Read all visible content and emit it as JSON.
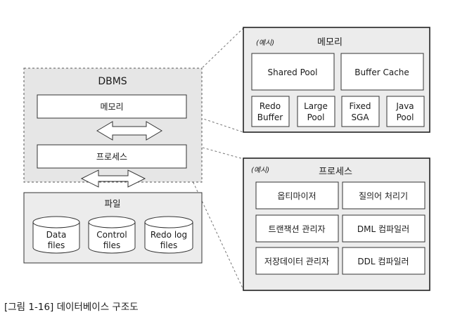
{
  "dbms": {
    "title": "DBMS",
    "memory": "메모리",
    "process": "프로세스"
  },
  "files": {
    "title": "파일",
    "cylinders": [
      {
        "line1": "Data",
        "line2": "files"
      },
      {
        "line1": "Control",
        "line2": "files"
      },
      {
        "line1": "Redo log",
        "line2": "files"
      }
    ]
  },
  "memory_panel": {
    "tag": "(예시)",
    "title": "메모리",
    "shared_pool": "Shared Pool",
    "buffer_cache": "Buffer Cache",
    "small": [
      {
        "line1": "Redo",
        "line2": "Buffer"
      },
      {
        "line1": "Large",
        "line2": "Pool"
      },
      {
        "line1": "Fixed",
        "line2": "SGA"
      },
      {
        "line1": "Java",
        "line2": "Pool"
      }
    ]
  },
  "process_panel": {
    "tag": "(예시)",
    "title": "프로세스",
    "items": [
      "옵티마이저",
      "질의어 처리기",
      "트랜잭션 관리자",
      "DML 컴파일러",
      "저장데이터 관리자",
      "DDL 컴파일러"
    ]
  },
  "caption": "[그림 1-16] 데이터베이스 구조도"
}
